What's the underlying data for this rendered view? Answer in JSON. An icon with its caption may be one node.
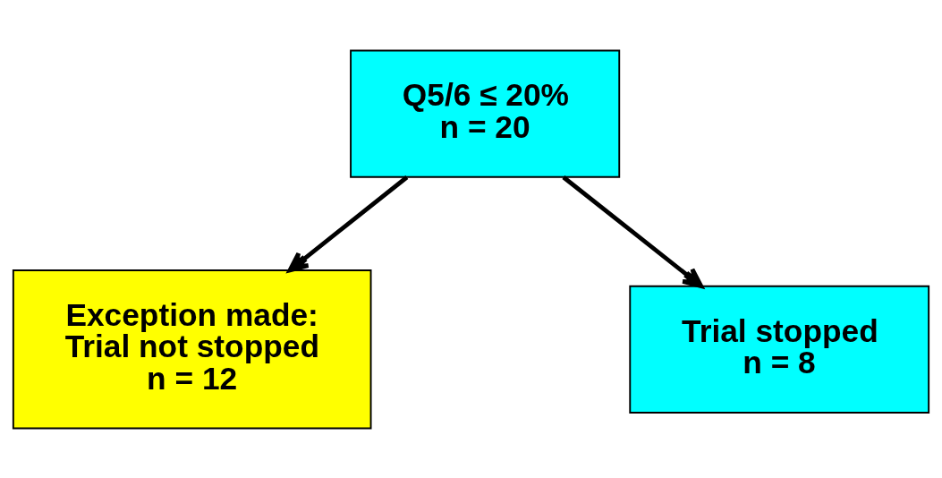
{
  "diagram": {
    "nodes": [
      {
        "text": [
          "Q5/6 ≤ 20%",
          "n = 20"
        ]
      },
      {
        "text": [
          "Exception made: Trial not stopped",
          "n = 12"
        ]
      },
      {
        "text": [
          "Trial stopped",
          "n = 8"
        ]
      }
    ],
    "edges": [
      {
        "from": 0,
        "to": 1,
        "arrow": "to"
      },
      {
        "from": 0,
        "to": 2,
        "arrow": "to"
      }
    ]
  }
}
